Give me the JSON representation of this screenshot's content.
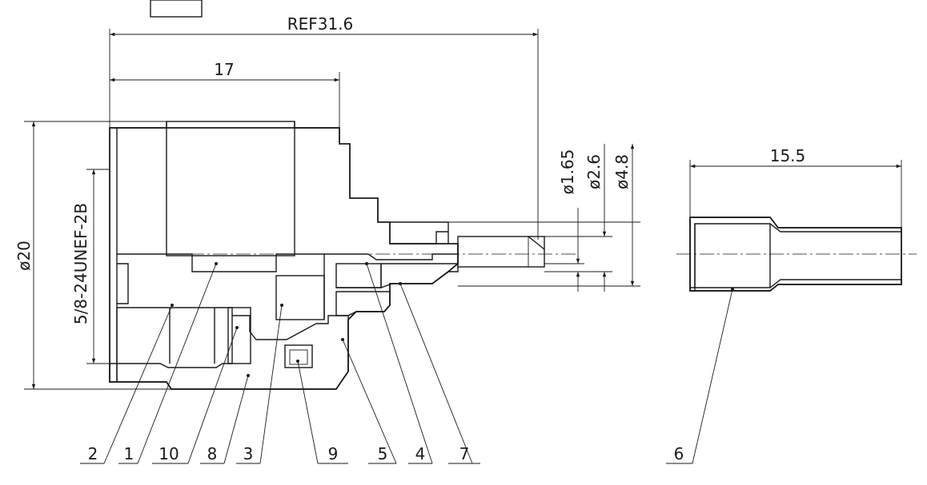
{
  "dimensions": {
    "ref_length": "REF31.6",
    "body_length": "17",
    "ferrule_length": "15.5",
    "outer_diameter": "ø20",
    "thread": "5/8-24UNEF-2B",
    "dia_1": "ø1.65",
    "dia_2": "ø2.6",
    "dia_3": "ø4.8"
  },
  "callouts": [
    "2",
    "1",
    "10",
    "8",
    "3",
    "9",
    "5",
    "4",
    "7",
    "6"
  ]
}
